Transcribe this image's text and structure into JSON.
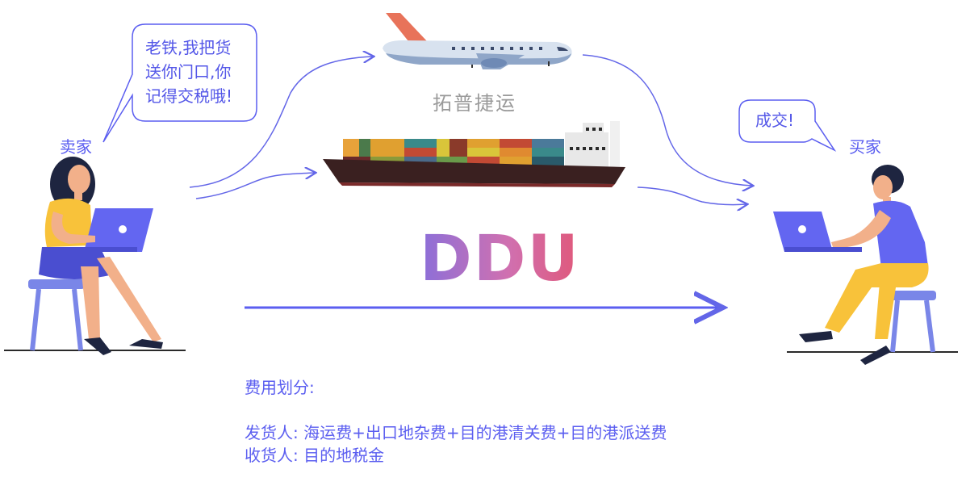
{
  "seller": {
    "label": "卖家",
    "speech": [
      "老铁,我把货",
      "送你门口,你",
      "记得交税哦!"
    ]
  },
  "buyer": {
    "label": "买家",
    "speech": "成交!"
  },
  "company": "拓普捷运",
  "term": "DDU",
  "fees": {
    "title": "费用划分:",
    "shipper": "发货人: 海运费+出口地杂费+目的港清关费+目的港派送费",
    "consignee": "收货人: 目的地税金"
  },
  "colors": {
    "accent": "#5b5ef0",
    "arrow": "#6366e8",
    "laptop": "#6366f1",
    "seller_shirt": "#f8c23a",
    "buyer_pants": "#f8c23a",
    "plane_tail": "#e8735a",
    "ddu_gradient": [
      "#8b6fd9",
      "#d070b0",
      "#e0587a"
    ]
  }
}
